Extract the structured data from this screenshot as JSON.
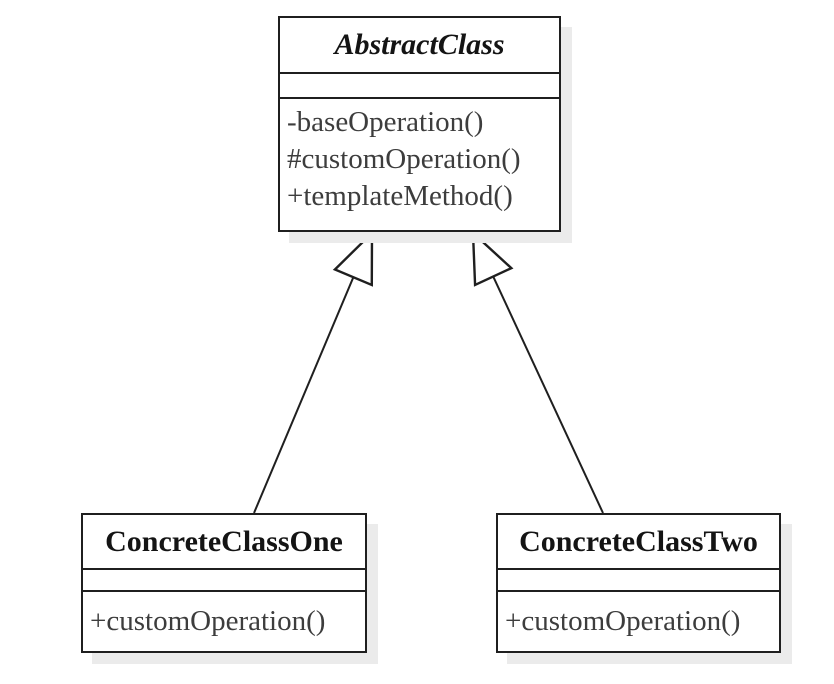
{
  "diagram": {
    "type": "uml-class-diagram",
    "classes": [
      {
        "name": "AbstractClass",
        "abstract": true,
        "attributes": [],
        "methods": [
          "-baseOperation()",
          "#customOperation()",
          "+templateMethod()"
        ]
      },
      {
        "name": "ConcreteClassOne",
        "abstract": false,
        "attributes": [],
        "methods": [
          "+customOperation()"
        ]
      },
      {
        "name": "ConcreteClassTwo",
        "abstract": false,
        "attributes": [],
        "methods": [
          "+customOperation()"
        ]
      }
    ],
    "relationships": [
      {
        "from": "ConcreteClassOne",
        "to": "AbstractClass",
        "type": "generalization"
      },
      {
        "from": "ConcreteClassTwo",
        "to": "AbstractClass",
        "type": "generalization"
      }
    ],
    "colors": {
      "border": "#1f1f1f",
      "title_text": "#141414",
      "method_text": "#3d3d3d",
      "shadow": "#ebebeb",
      "background": "#ffffff"
    }
  }
}
